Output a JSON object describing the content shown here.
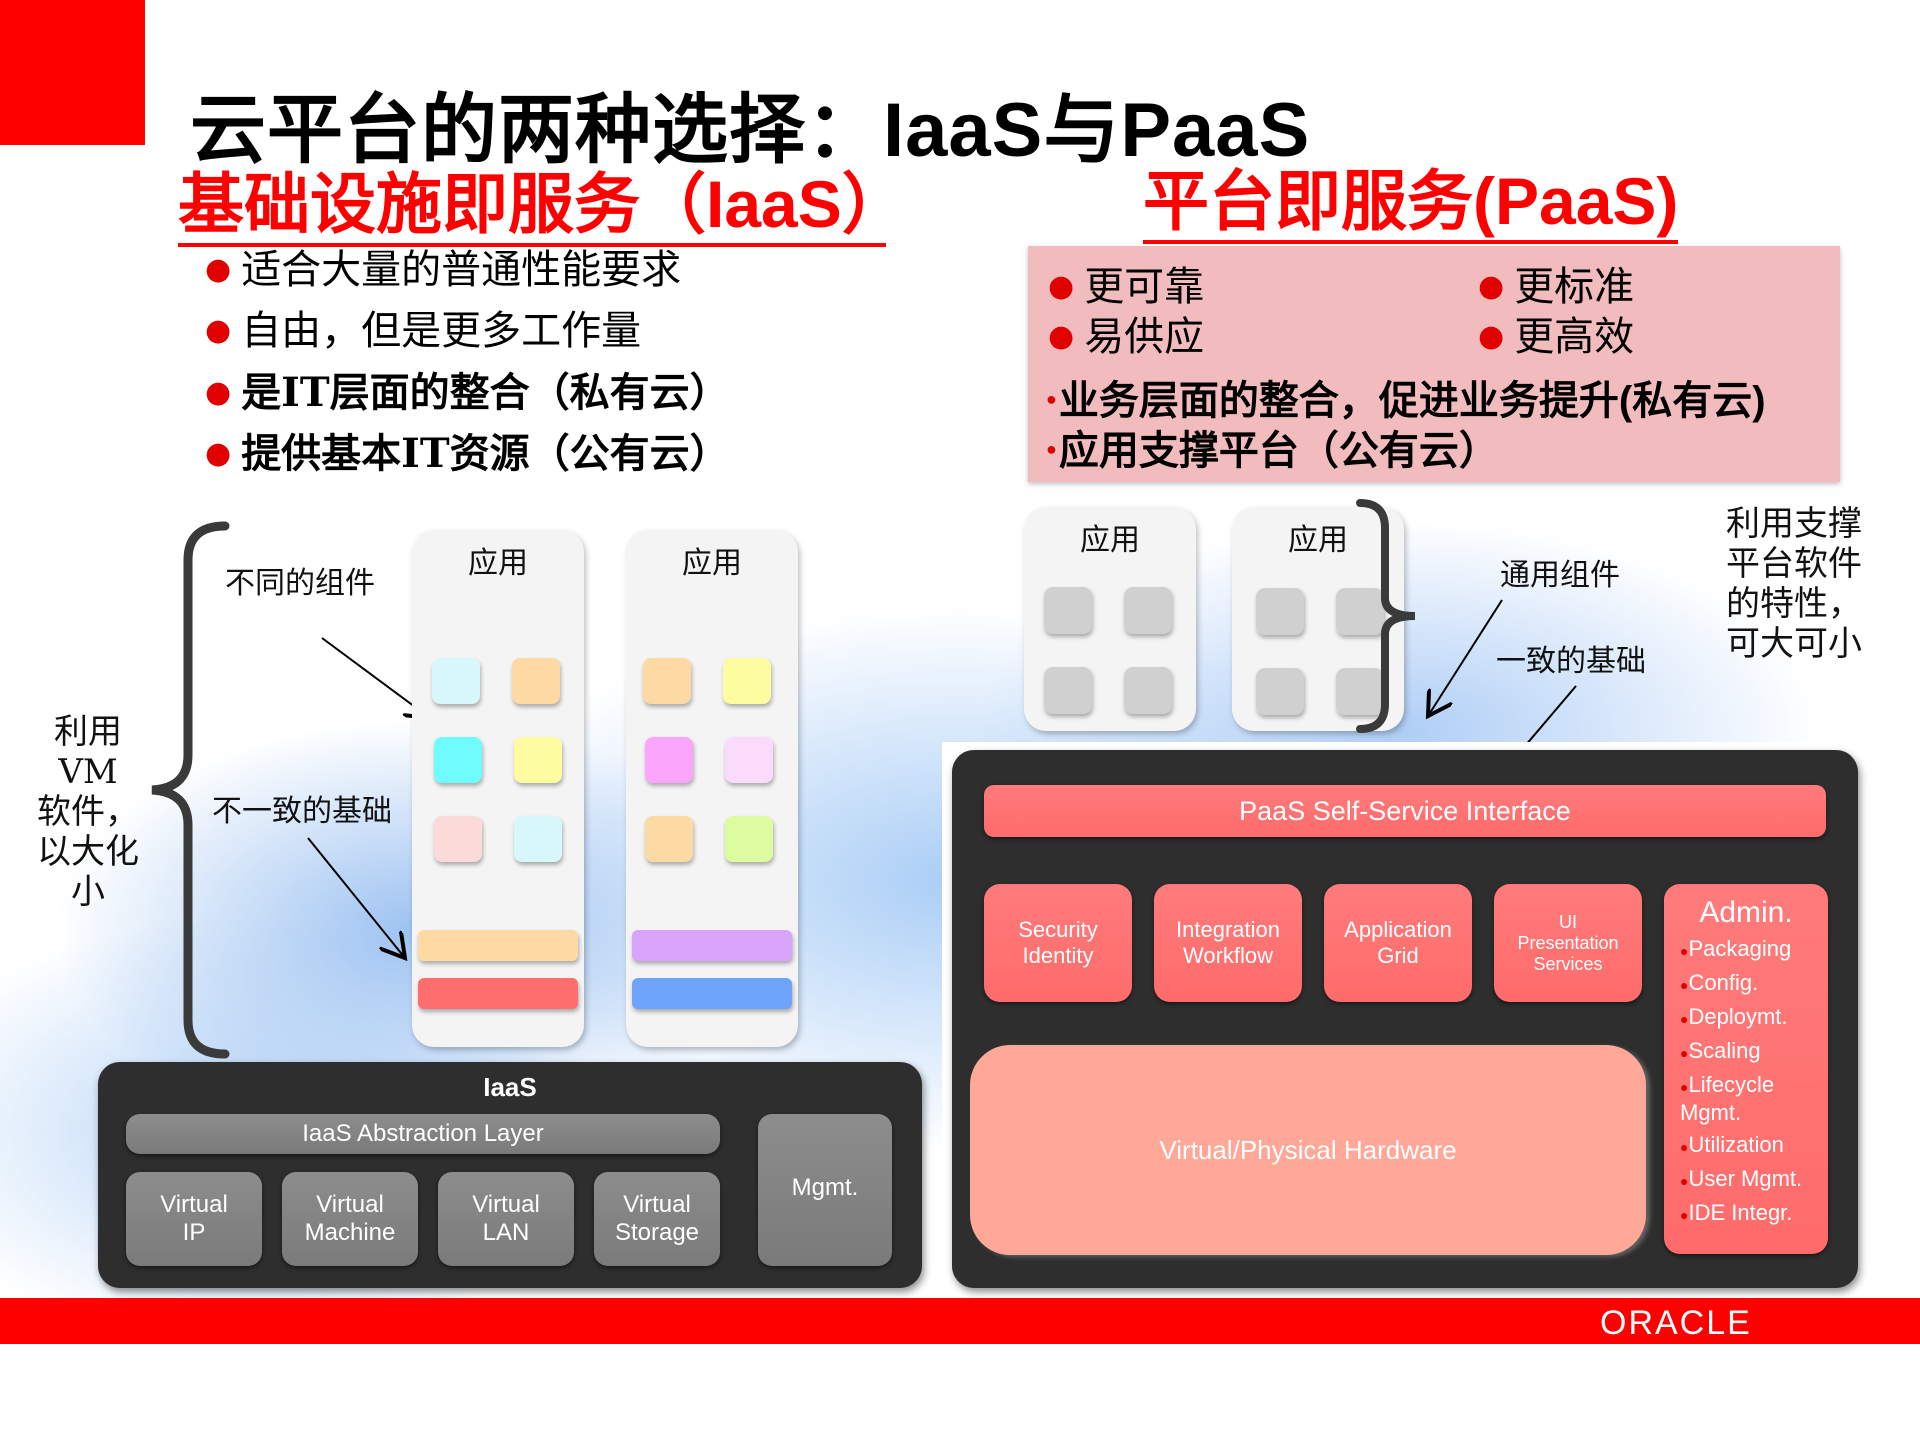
{
  "slide": {
    "title": "云平台的两种选择：IaaS与PaaS",
    "brand": "ORACLE",
    "colors": {
      "accent": "#ff0000",
      "paas_box": "#f2bcbf",
      "dark_panel": "#2e2e2e",
      "red_block": "#ff6b6b",
      "hardware": "#ffa898",
      "gray_block": "#828282"
    }
  },
  "iaas": {
    "heading": "基础设施即服务（IaaS）",
    "bullets": [
      {
        "text": "适合大量的普通性能要求",
        "bold": false
      },
      {
        "text": "自由，但是更多工作量",
        "bold": false
      },
      {
        "text": "是IT层面的整合（私有云）",
        "bold": true
      },
      {
        "text": "提供基本IT资源（公有云）",
        "bold": true
      }
    ],
    "notes": {
      "different_components": "不同的组件",
      "inconsistent_base": "不一致的基础",
      "side": [
        "利用VM",
        "软件，",
        "以大化",
        "小"
      ]
    },
    "apps": [
      {
        "label": "应用",
        "tiles": [
          "#d6f8fb",
          "#fdd9a3",
          "#6ffcfc",
          "#fefca0",
          "#fddada",
          "#d6f8fb"
        ],
        "bars": [
          "#fdd9a3",
          "#fe6e6e"
        ]
      },
      {
        "label": "应用",
        "tiles": [
          "#fdd9a3",
          "#fefca0",
          "#fca5fc",
          "#fbdafc",
          "#fdd9a3",
          "#ddfca0"
        ],
        "bars": [
          "#d9a5fc",
          "#6fa4fc"
        ]
      }
    ],
    "diagram": {
      "title": "IaaS",
      "abstraction_layer": "IaaS Abstraction Layer",
      "blocks": [
        {
          "line1": "Virtual",
          "line2": "IP"
        },
        {
          "line1": "Virtual",
          "line2": "Machine"
        },
        {
          "line1": "Virtual",
          "line2": "LAN"
        },
        {
          "line1": "Virtual",
          "line2": "Storage"
        }
      ],
      "mgmt": "Mgmt."
    }
  },
  "paas": {
    "heading": "平台即服务(PaaS)",
    "box": {
      "bullets_grid": [
        "更可靠",
        "更标准",
        "易供应",
        "更高效"
      ],
      "bold_bullets": [
        "业务层面的整合，促进业务提升(私有云)",
        "应用支撑平台（公有云）"
      ]
    },
    "apps": [
      {
        "label": "应用"
      },
      {
        "label": "应用"
      }
    ],
    "notes": {
      "common_components": "通用组件",
      "consistent_base": "一致的基础",
      "side": [
        "利用支撑",
        "平台软件",
        "的特性，",
        "可大可小"
      ]
    },
    "diagram": {
      "self_service": "PaaS Self-Service Interface",
      "blocks": [
        {
          "line1": "Security",
          "line2": "Identity"
        },
        {
          "line1": "Integration",
          "line2": "Workflow"
        },
        {
          "line1": "Application",
          "line2": "Grid"
        },
        {
          "line1": "UI",
          "line2": "Presentation",
          "line3": "Services"
        }
      ],
      "hardware": "Virtual/Physical Hardware",
      "admin": {
        "title": "Admin.",
        "items": [
          "Packaging",
          "Config.",
          "Deploymt.",
          "Scaling",
          "Lifecycle Mgmt.",
          "Utilization",
          "User Mgmt.",
          "IDE Integr."
        ]
      }
    }
  }
}
